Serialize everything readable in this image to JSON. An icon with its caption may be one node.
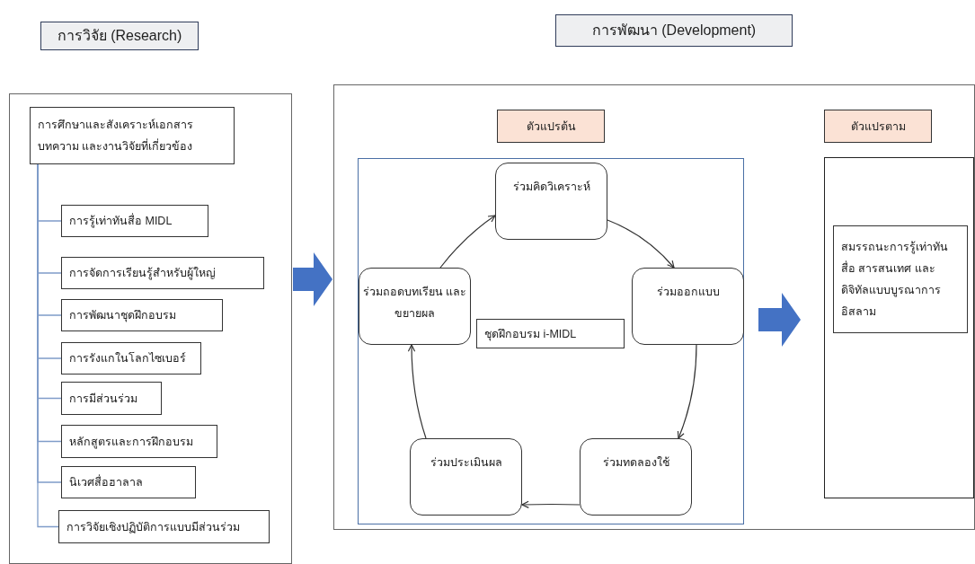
{
  "diagram": {
    "nodes": [
      {
        "text": [
          "การวิจัย (Research)"
        ]
      },
      {
        "text": [
          "การพัฒนา (Development)"
        ]
      },
      {
        "text": [],
        "shape": "box"
      },
      {
        "text": [
          "การศึกษาและสังเคราะห์เอกสาร บทความ และงานวิจัยที่เกี่ยวข้อง"
        ],
        "in": 2
      },
      {
        "text": [
          "การรู้เท่าทันสื่อ MIDL"
        ],
        "in": 2
      },
      {
        "text": [
          "การจัดการเรียนรู้สำหรับผู้ใหญ่"
        ],
        "in": 2
      },
      {
        "text": [
          "การพัฒนาชุดฝึกอบรม"
        ],
        "in": 2
      },
      {
        "text": [
          "การรังแกในโลกไซเบอร์"
        ],
        "in": 2
      },
      {
        "text": [
          "การมีส่วนร่วม"
        ],
        "in": 2
      },
      {
        "text": [
          "หลักสูตรและการฝึกอบรม"
        ],
        "in": 2
      },
      {
        "text": [
          "นิเวศสื่อฮาลาล"
        ],
        "in": 2
      },
      {
        "text": [
          "การวิจัยเชิงปฏิบัติการแบบมีส่วนร่วม"
        ],
        "in": 2
      },
      {
        "text": [],
        "shape": "box"
      },
      {
        "text": [
          "ตัวแปรต้น"
        ],
        "in": 12
      },
      {
        "text": [],
        "shape": "box",
        "in": 12
      },
      {
        "text": [
          "ร่วมคิดวิเคราะห์"
        ],
        "in": 14
      },
      {
        "text": [
          "ร่วมถอดบทเรียน และขยายผล"
        ],
        "in": 14
      },
      {
        "text": [
          "ร่วมออกแบบ"
        ],
        "in": 14
      },
      {
        "text": [
          "ชุดฝึกอบรม i-MIDL"
        ],
        "in": 14
      },
      {
        "text": [
          "ร่วมประเมินผล"
        ],
        "in": 14
      },
      {
        "text": [
          "ร่วมทดลองใช้"
        ],
        "in": 14
      },
      {
        "text": [
          "ตัวแปรตาม"
        ],
        "in": 12
      },
      {
        "text": [],
        "shape": "box",
        "in": 12
      },
      {
        "text": [
          "สมรรถนะการรู้เท่าทันสื่อ สารสนเทศ และดิจิทัลแบบบูรณาการอิสลาม"
        ],
        "in": 22
      }
    ],
    "edges": [
      {
        "from": 3,
        "to": 4,
        "arrow": "none"
      },
      {
        "from": 3,
        "to": 5,
        "arrow": "none"
      },
      {
        "from": 3,
        "to": 6,
        "arrow": "none"
      },
      {
        "from": 3,
        "to": 7,
        "arrow": "none"
      },
      {
        "from": 3,
        "to": 8,
        "arrow": "none"
      },
      {
        "from": 3,
        "to": 9,
        "arrow": "none"
      },
      {
        "from": 3,
        "to": 10,
        "arrow": "none"
      },
      {
        "from": 3,
        "to": 11,
        "arrow": "none"
      },
      {
        "from": 2,
        "to": 12,
        "arrow": "to",
        "style": "thick",
        "color": "#4472c4"
      },
      {
        "from": 14,
        "to": 22,
        "arrow": "to",
        "style": "thick",
        "color": "#4472c4"
      },
      {
        "from": 15,
        "to": 17,
        "arrow": "to",
        "color": "#333333"
      },
      {
        "from": 17,
        "to": 20,
        "arrow": "to",
        "color": "#333333"
      },
      {
        "from": 20,
        "to": 19,
        "arrow": "to",
        "color": "#333333"
      },
      {
        "from": 19,
        "to": 16,
        "arrow": "to",
        "color": "#333333"
      },
      {
        "from": 16,
        "to": 15,
        "arrow": "to",
        "color": "#333333"
      }
    ]
  }
}
